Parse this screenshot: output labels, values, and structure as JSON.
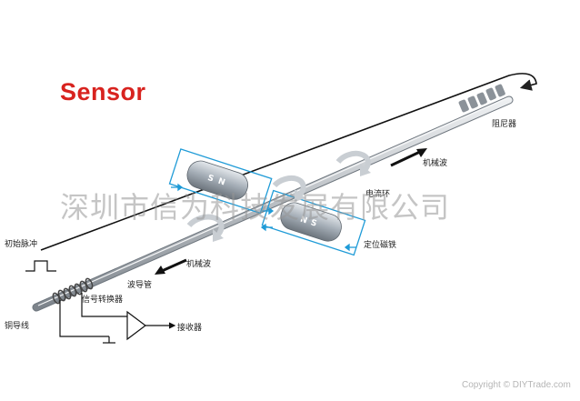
{
  "title": "Sensor",
  "labels": {
    "damper": "阻尼器",
    "mech_wave_top": "机械波",
    "current_ring": "电流环",
    "position_magnet": "定位磁铁",
    "initial_pulse": "初始脉冲",
    "mech_wave_bottom": "机械波",
    "waveguide_tube": "波导管",
    "signal_converter": "信号转换器",
    "copper_wire": "铜导线",
    "receiver": "接收器"
  },
  "watermark": "深圳市信为科技发展有限公司",
  "footer": "Copyright © DIYTrade.com",
  "magnet_letters": {
    "s": "S",
    "n": "N"
  },
  "colors": {
    "title": "#d8231f",
    "arrow": "#1f9bd7",
    "rod": "#b9bec3",
    "magnet": "#9aa4ae"
  }
}
